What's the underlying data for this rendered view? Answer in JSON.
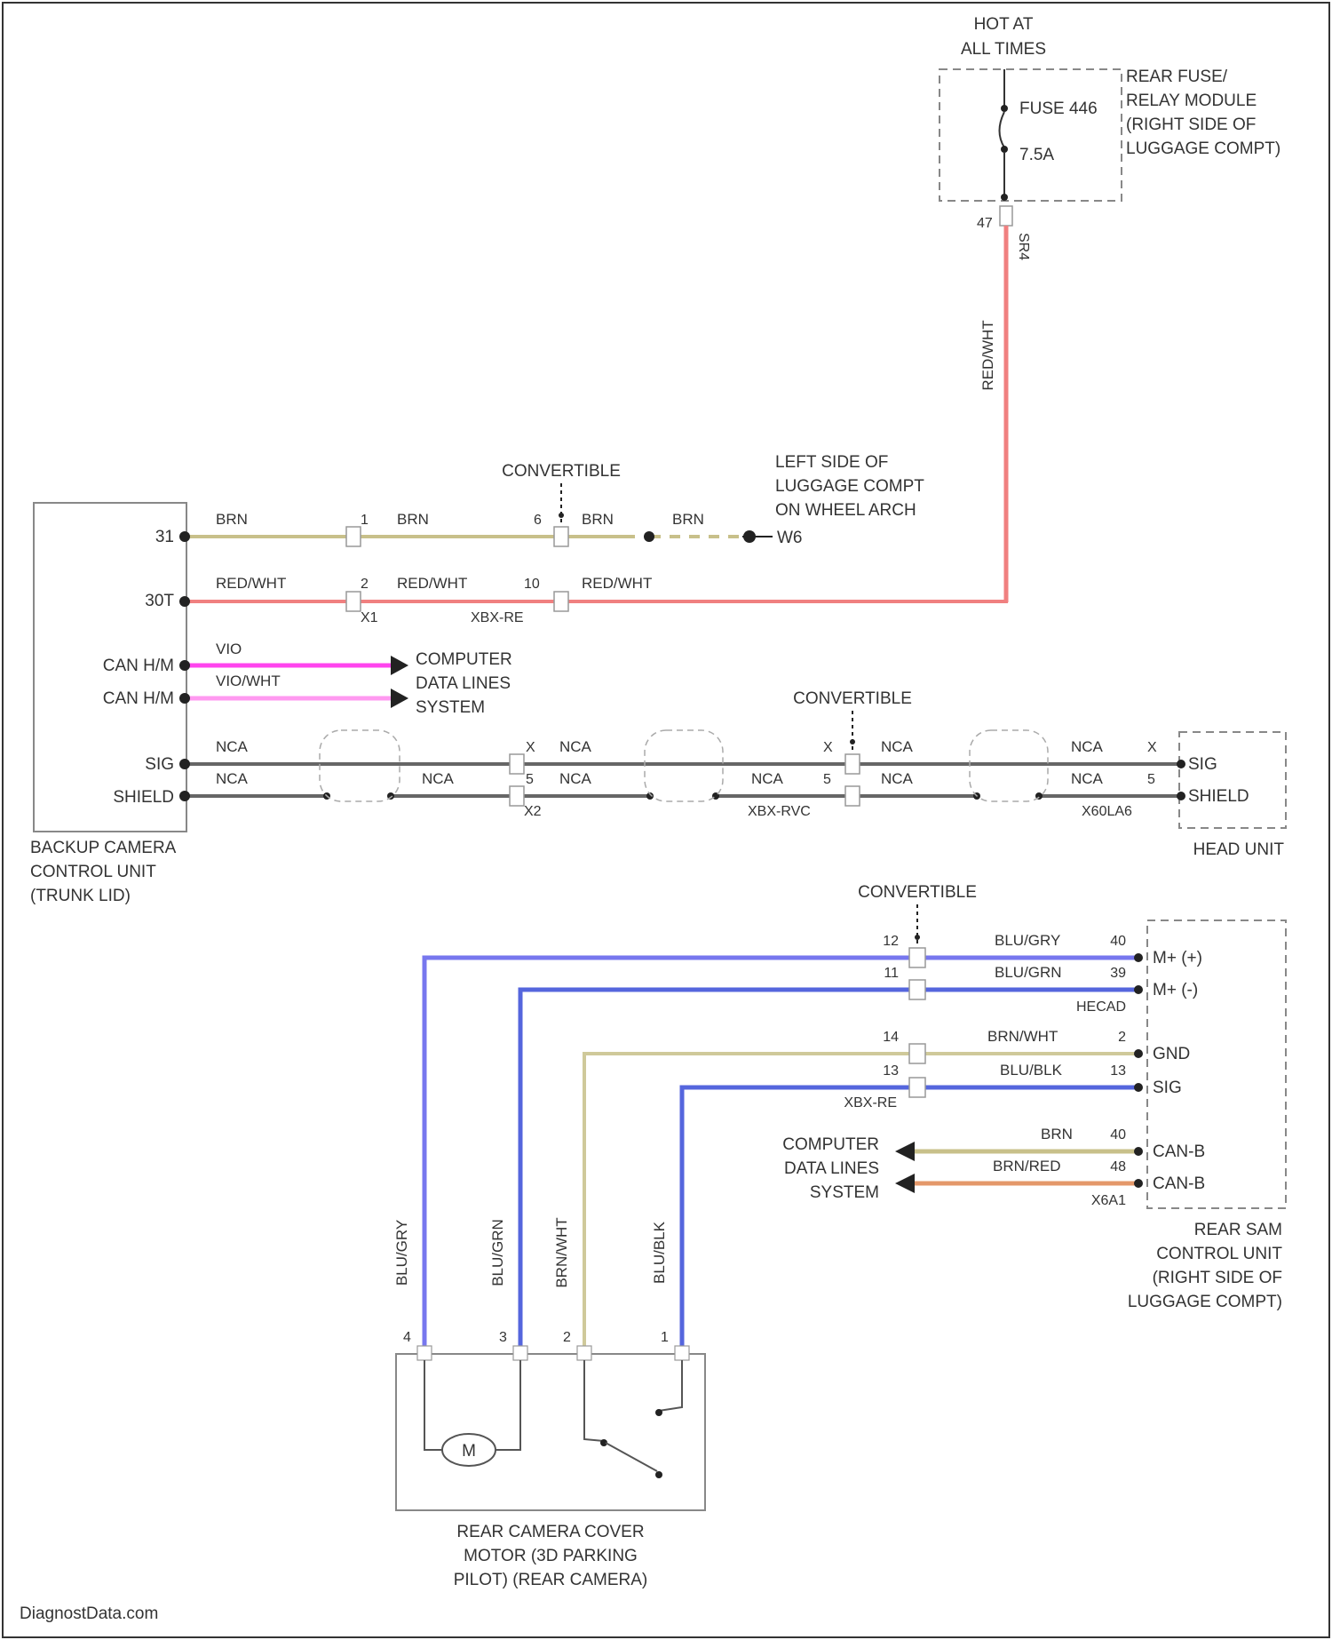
{
  "fuse": {
    "hot_label": [
      "HOT AT",
      "ALL TIMES"
    ],
    "module_label": [
      "REAR FUSE/",
      "RELAY MODULE",
      "(RIGHT SIDE OF",
      "LUGGAGE COMPT)"
    ],
    "fuse_name": "FUSE 446",
    "fuse_rating": "7.5A",
    "pin": "47",
    "connector": "SR4",
    "wire_color": "RED/WHT"
  },
  "backup_camera": {
    "label": [
      "BACKUP CAMERA",
      "CONTROL UNIT",
      "(TRUNK LID)"
    ],
    "pins": [
      "31",
      "30T",
      "CAN H/M",
      "CAN H/M",
      "SIG",
      "SHIELD"
    ]
  },
  "ground": {
    "label": [
      "LEFT SIDE OF",
      "LUGGAGE COMPT",
      "ON WHEEL ARCH"
    ],
    "id": "W6"
  },
  "row31": {
    "wire1": "BRN",
    "pin1": "1",
    "wire2": "BRN",
    "pin2": "6",
    "wire3": "BRN",
    "wire4": "BRN",
    "convertible": "CONVERTIBLE"
  },
  "row30": {
    "wire1": "RED/WHT",
    "pin1": "2",
    "wire2": "RED/WHT",
    "pin2": "10",
    "wire3": "RED/WHT",
    "conn1": "X1",
    "conn2": "XBX-RE"
  },
  "can": {
    "wire1": "VIO",
    "wire2": "VIO/WHT",
    "target": [
      "COMPUTER",
      "DATA LINES",
      "SYSTEM"
    ]
  },
  "video": {
    "sig_wires": [
      "NCA",
      "NCA",
      "NCA",
      "NCA"
    ],
    "shield_wires": [
      "NCA",
      "NCA",
      "NCA",
      "NCA",
      "NCA",
      "NCA",
      "NCA"
    ],
    "pins_x": [
      "X",
      "X",
      "X"
    ],
    "pins_5": [
      "5",
      "5",
      "5"
    ],
    "connectors": [
      "X2",
      "XBX-RVC",
      "X60LA6"
    ],
    "convertible": "CONVERTIBLE",
    "head_unit": "HEAD UNIT",
    "head_pins": [
      "SIG",
      "SHIELD"
    ]
  },
  "sam": {
    "convertible": "CONVERTIBLE",
    "wires": [
      {
        "pin_left": "12",
        "color": "BLU/GRY",
        "pin_right": "40",
        "term": "M+ (+)"
      },
      {
        "pin_left": "11",
        "color": "BLU/GRN",
        "pin_right": "39",
        "term": "M+ (-)"
      },
      {
        "pin_left": "14",
        "color": "BRN/WHT",
        "pin_right": "2",
        "term": "GND"
      },
      {
        "pin_left": "13",
        "color": "BLU/BLK",
        "pin_right": "13",
        "term": "SIG"
      }
    ],
    "conn_head": "HECAD",
    "conn_xbx": "XBX-RE",
    "can_wires": [
      {
        "color": "BRN",
        "pin": "40",
        "term": "CAN-B"
      },
      {
        "color": "BRN/RED",
        "pin": "48",
        "term": "CAN-B"
      }
    ],
    "can_conn": "X6A1",
    "can_target": [
      "COMPUTER",
      "DATA LINES",
      "SYSTEM"
    ],
    "label": [
      "REAR SAM",
      "CONTROL UNIT",
      "(RIGHT SIDE OF",
      "LUGGAGE COMPT)"
    ]
  },
  "motor": {
    "wires": [
      "BLU/GRY",
      "BLU/GRN",
      "BRN/WHT",
      "BLU/BLK"
    ],
    "pins": [
      "4",
      "3",
      "2",
      "1"
    ],
    "symbol": "M",
    "label": [
      "REAR CAMERA COVER",
      "MOTOR (3D PARKING",
      "PILOT) (REAR CAMERA)"
    ]
  },
  "footer": "DiagnostData.com",
  "colors": {
    "brn": "#c8c08a",
    "redwht": "#f08080",
    "vio": "#ff44ee",
    "viowht": "#ff99f0",
    "gray": "#666666",
    "blugry": "#7777ee",
    "blugrn": "#5566dd",
    "brnwht": "#cfc99a",
    "blublk": "#5566dd",
    "brnred": "#e4986a"
  }
}
